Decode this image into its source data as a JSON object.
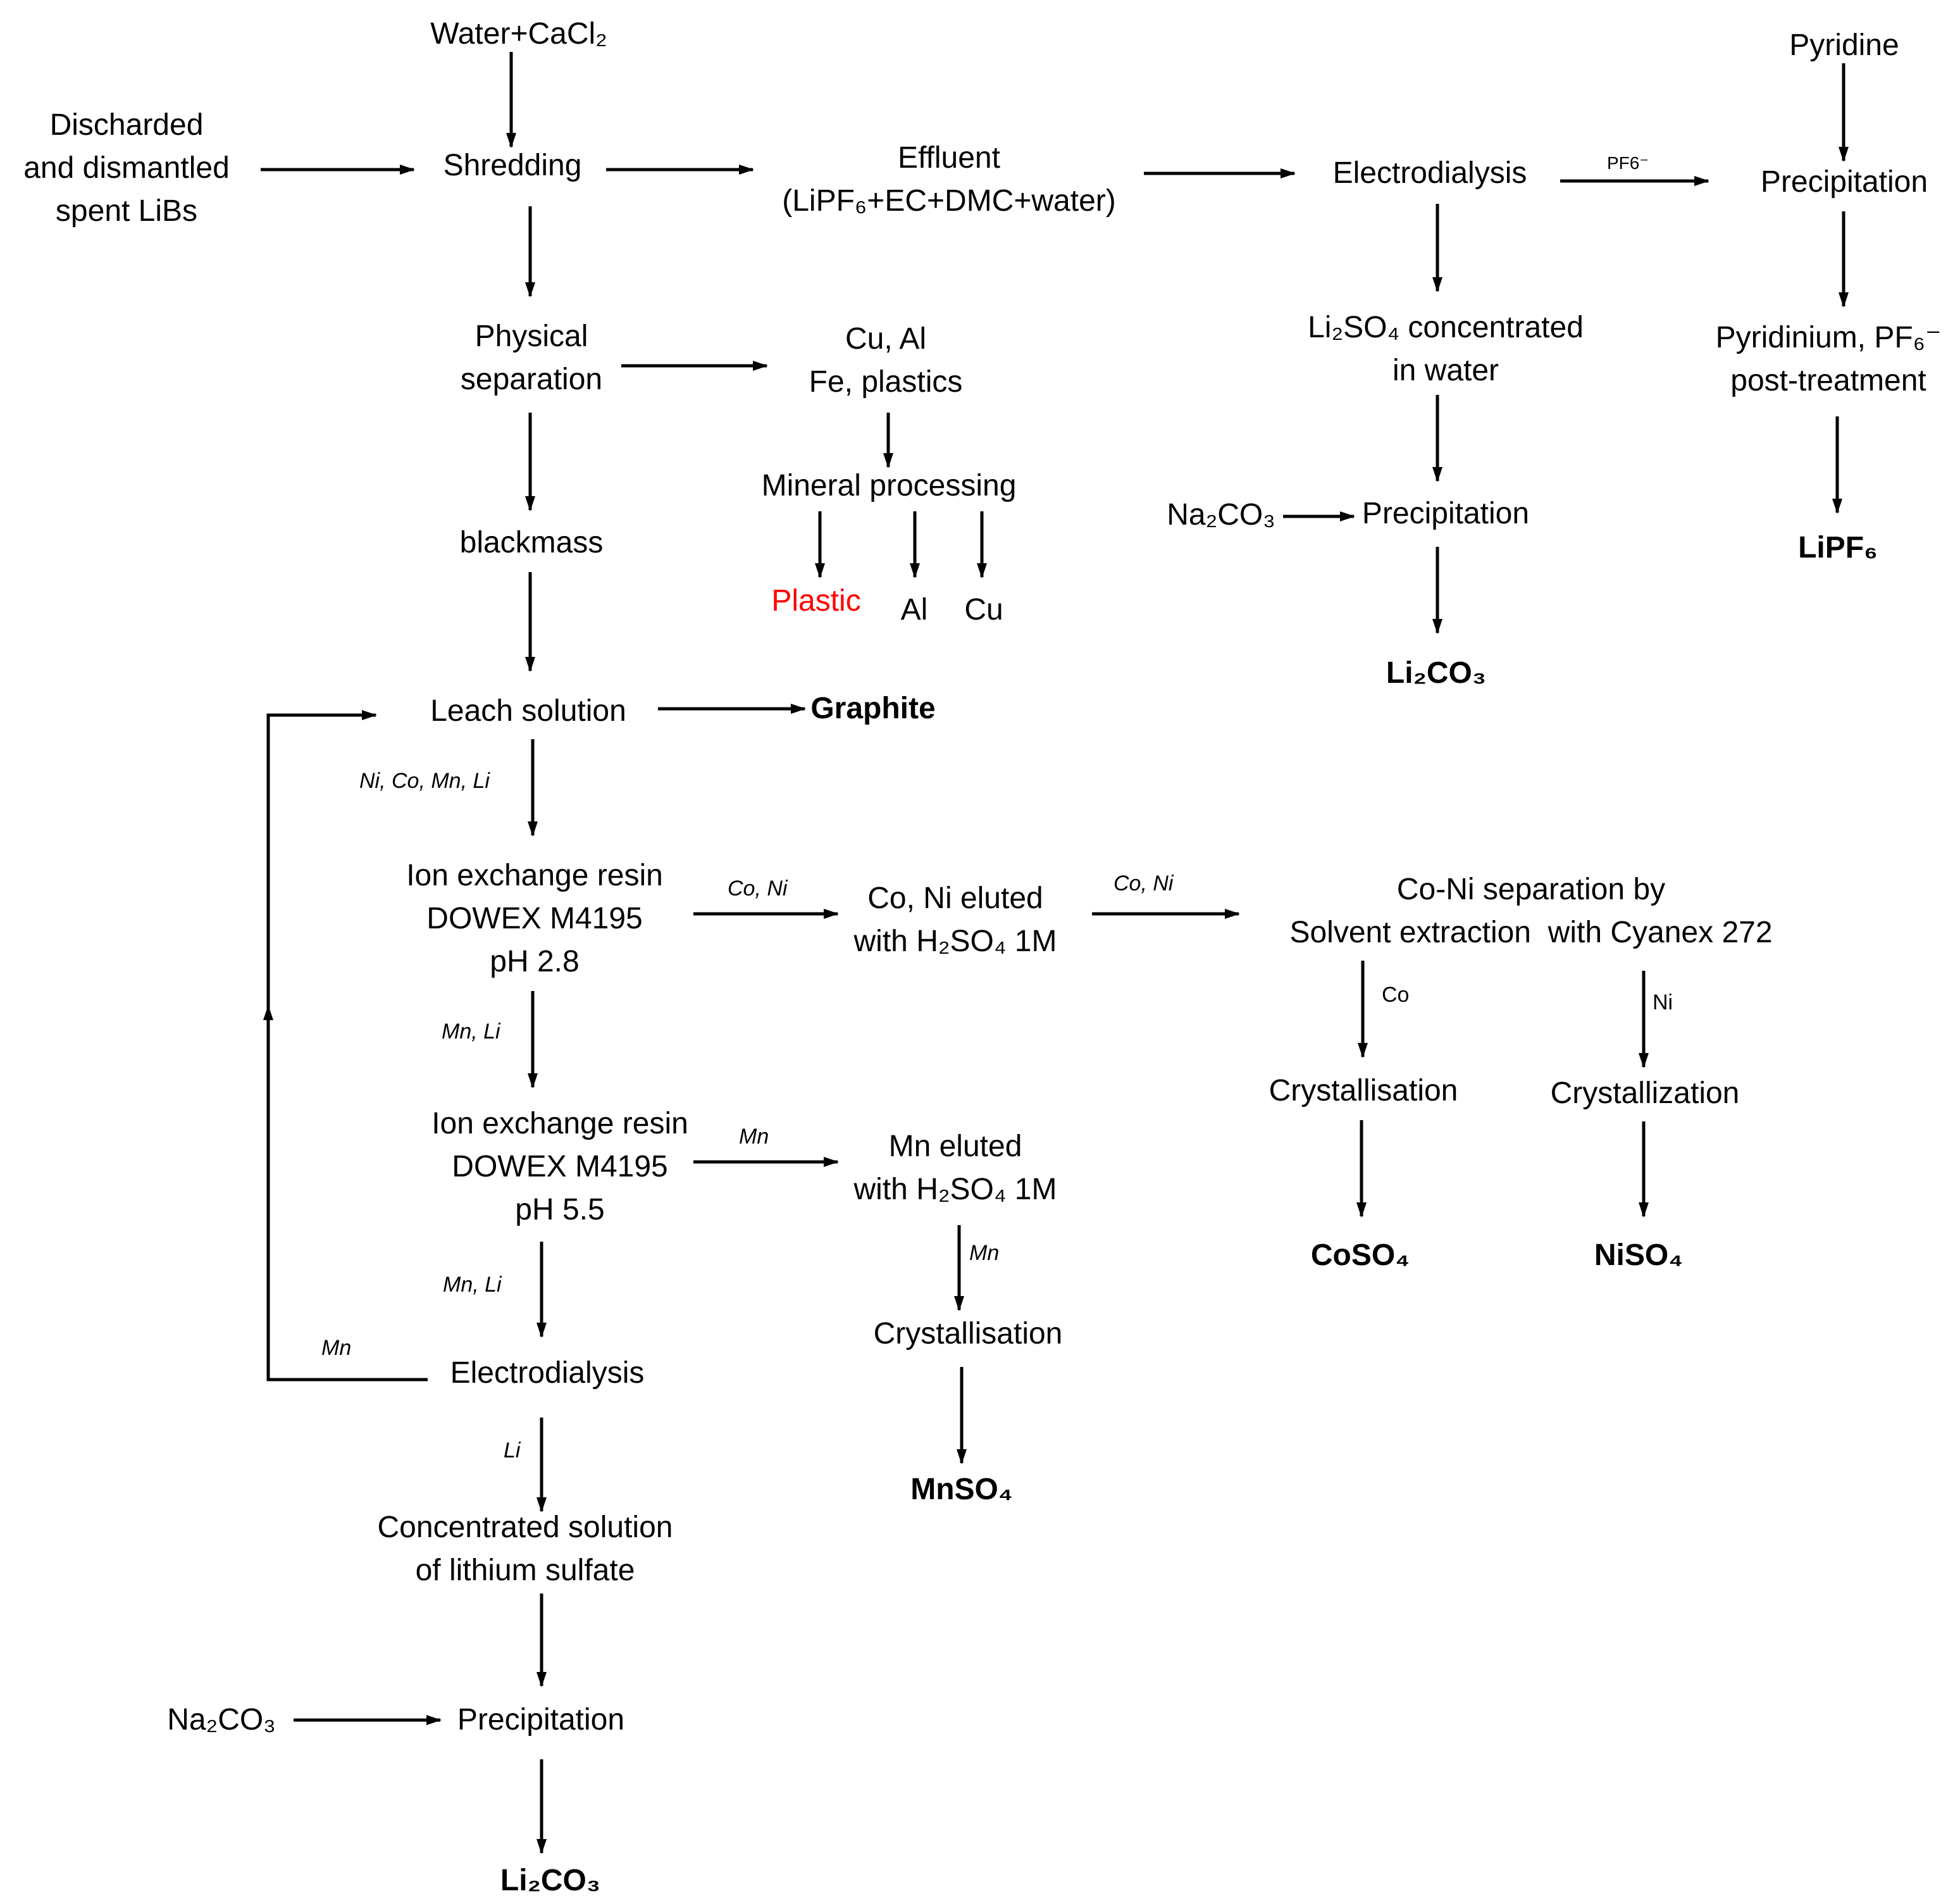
{
  "nodes": {
    "water_cacl2": "Water+CaCl₂",
    "spent_libs": [
      "Discharded",
      "and dismantled",
      "spent LiBs"
    ],
    "shredding": "Shredding",
    "effluent": [
      "Effluent",
      "(LiPF₆+EC+DMC+water)"
    ],
    "electrodialysis_top": "Electrodialysis",
    "pyridine": "Pyridine",
    "precipitation_pf6": "Precipitation",
    "physical_separation": [
      "Physical",
      "separation"
    ],
    "cu_al_fe": [
      "Cu, Al",
      "Fe, plastics"
    ],
    "li2so4_water": [
      "Li₂SO₄ concentrated",
      "in water"
    ],
    "pyridinium": [
      "Pyridinium, PF₆⁻",
      "post-treatment"
    ],
    "mineral_processing": "Mineral processing",
    "na2co3_top": "Na₂CO₃",
    "precipitation_li_top": "Precipitation",
    "lipf6": "LiPF₆",
    "blackmass": "blackmass",
    "plastic": "Plastic",
    "al": "Al",
    "cu": "Cu",
    "li2co3_top": "Li₂CO₃",
    "leach_solution": "Leach solution",
    "graphite": "Graphite",
    "ion_exchange_1": [
      "Ion exchange resin",
      "DOWEX M4195",
      "pH 2.8"
    ],
    "co_ni_eluted": [
      "Co, Ni eluted",
      "with H₂SO₄ 1M"
    ],
    "co_ni_separation": [
      "Co-Ni separation by",
      "Solvent extraction  with Cyanex 272"
    ],
    "crystallisation_co": "Crystallisation",
    "crystallization_ni": "Crystallization",
    "ion_exchange_2": [
      "Ion exchange resin",
      "DOWEX M4195",
      "pH 5.5"
    ],
    "mn_eluted": [
      "Mn eluted",
      "with H₂SO₄ 1M"
    ],
    "coso4": "CoSO₄",
    "niso4": "NiSO₄",
    "crystallisation_mn": "Crystallisation",
    "electrodialysis_bottom": "Electrodialysis",
    "mnso4": "MnSO₄",
    "concentrated_solution": [
      "Concentrated solution",
      "of lithium sulfate"
    ],
    "na2co3_bottom": "Na₂CO₃",
    "precipitation_bottom": "Precipitation",
    "li2co3_bottom": "Li₂CO₃"
  },
  "edge_labels": {
    "pf6": "PF6⁻",
    "ni_co_mn_li": "Ni, Co, Mn, Li",
    "co_ni_1": "Co, Ni",
    "co_ni_2": "Co, Ni",
    "co": "Co",
    "ni": "Ni",
    "mn_li_1": "Mn, Li",
    "mn_1": "Mn",
    "mn_2": "Mn",
    "mn_li_2": "Mn, Li",
    "mn_recycle": "Mn",
    "li": "Li"
  },
  "colors": {
    "line": "#000000",
    "highlight": "#ff0000"
  }
}
